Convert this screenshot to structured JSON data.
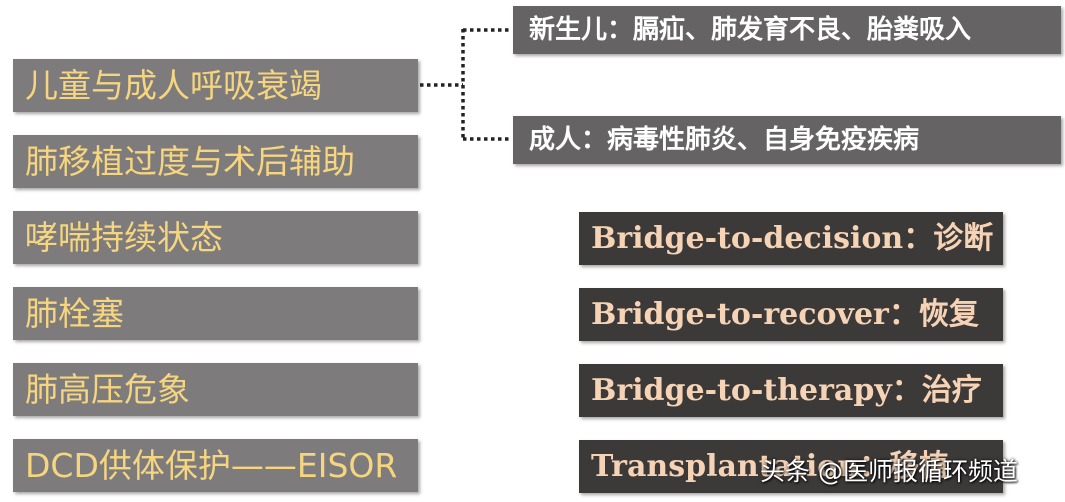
{
  "indications": [
    "儿童与成人呼吸衰竭",
    "肺移植过度与术后辅助",
    "哮喘持续状态",
    "肺栓塞",
    "肺高压危象",
    "DCD供体保护——EISOR"
  ],
  "respiratory_failure_branches": [
    "新生儿：膈疝、肺发育不良、胎粪吸入",
    "成人：病毒性肺炎、自身免疫疾病"
  ],
  "bridge_strategies": [
    "Bridge-to-decision：诊断",
    "Bridge-to-recover：恢复",
    "Bridge-to-therapy：治疗",
    "Transplantation：移植"
  ],
  "watermark": "头条 @医师报循环频道",
  "colors": {
    "left_box": "#7d7b7b",
    "left_text": "#f5d57f",
    "branch_box": "#656363",
    "bridge_box": "#3c3939",
    "bridge_text": "#f6d3b5"
  }
}
